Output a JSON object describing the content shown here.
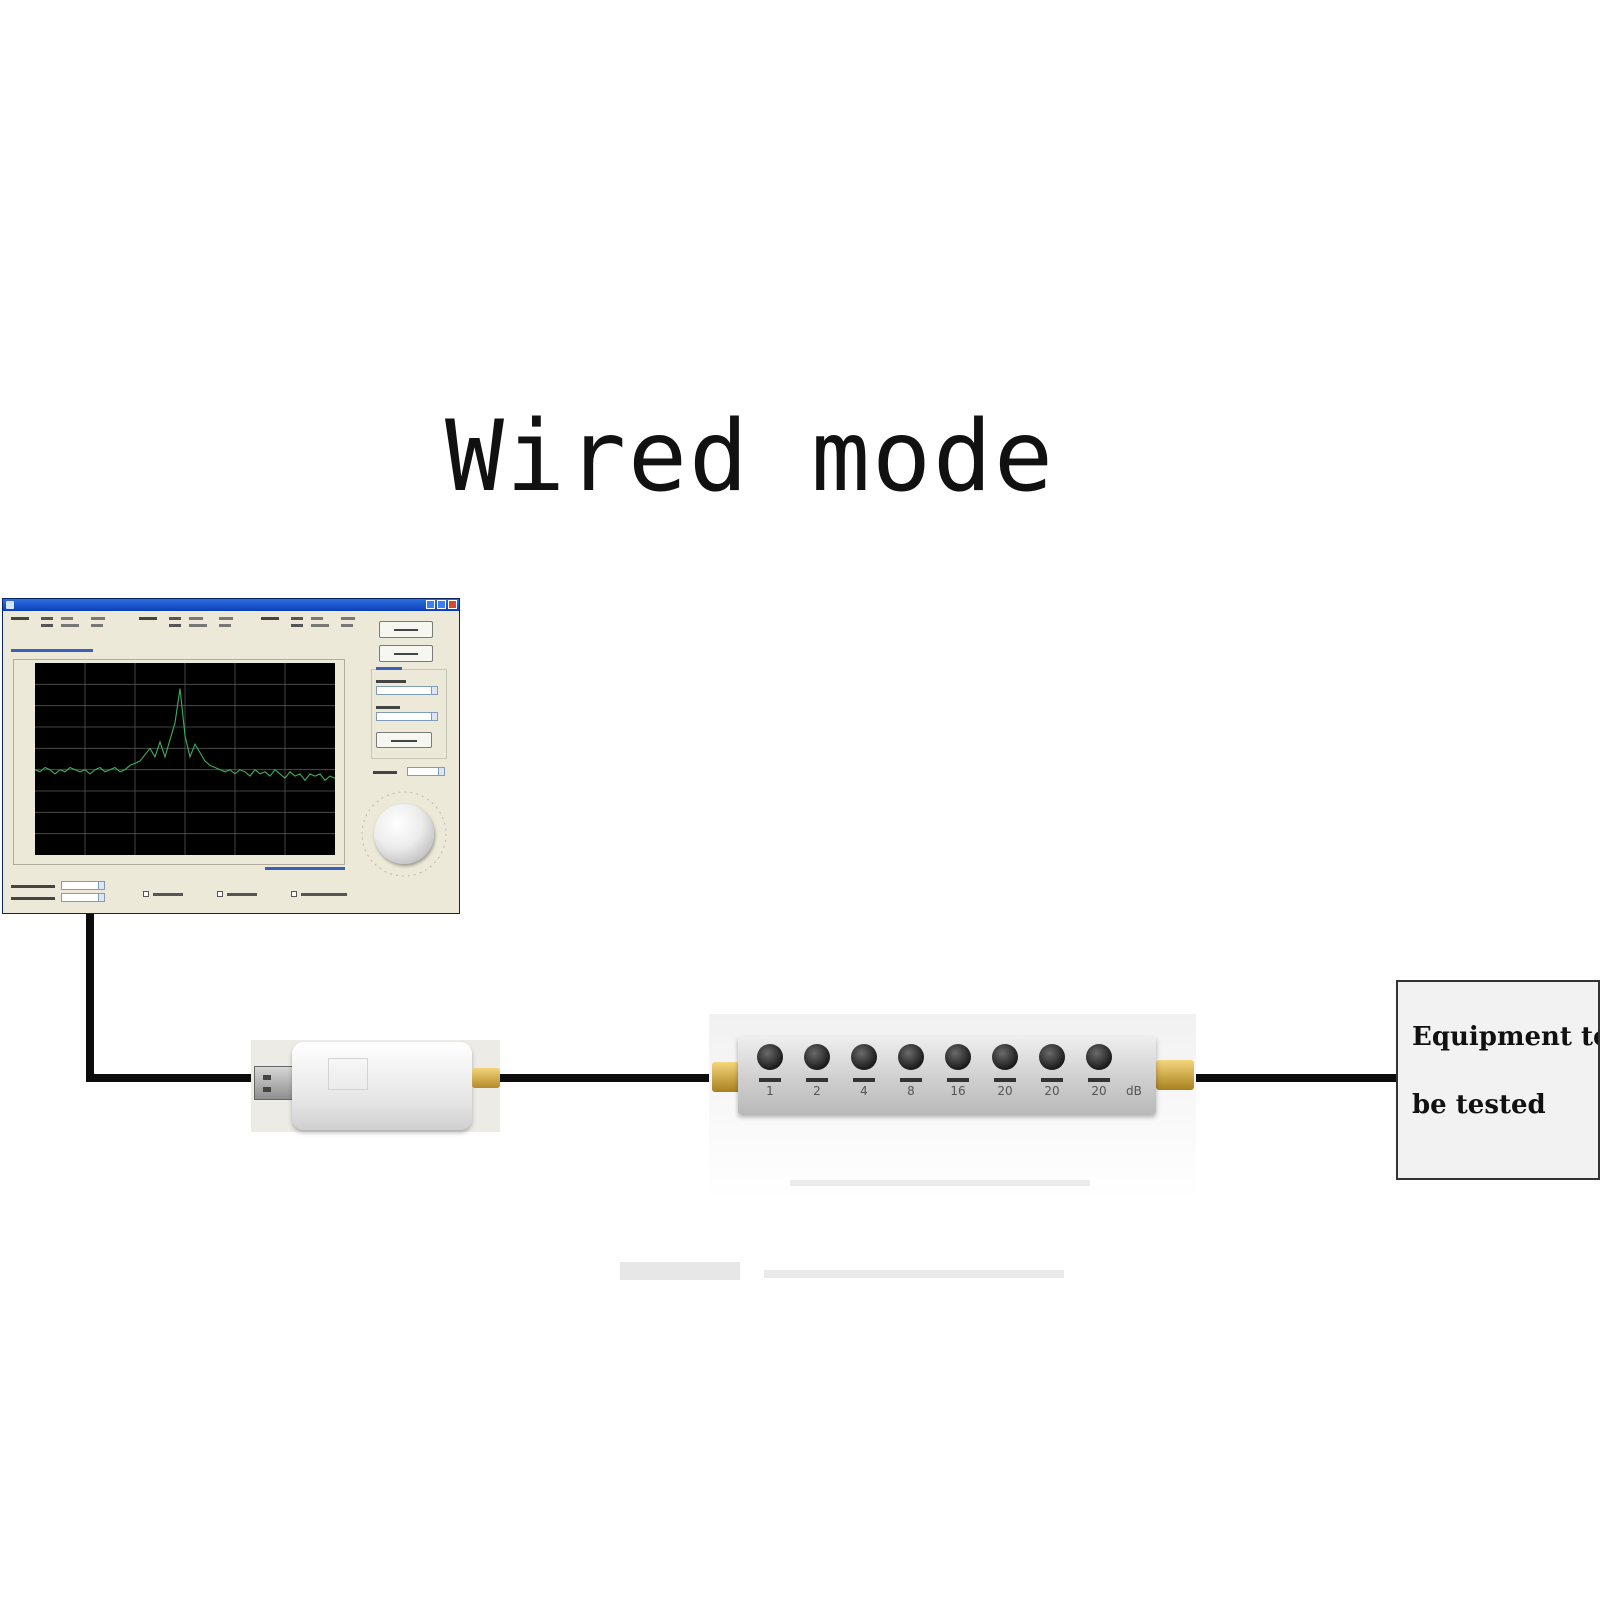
{
  "title": "Wired mode",
  "attenuator": {
    "steps": [
      "1",
      "2",
      "4",
      "8",
      "16",
      "20",
      "20",
      "20"
    ],
    "unit": "dB"
  },
  "equipment": {
    "line1": "Equipment to",
    "line2": "be tested"
  },
  "colors": {
    "cable": "#0c0c0c",
    "plot_background": "#000000",
    "plot_grid": "#555555",
    "trace": "#3fae5a",
    "window_titlebar": "#0a3fb8"
  },
  "chart_data": {
    "type": "line",
    "grid": true,
    "x": [
      0,
      1,
      2,
      3,
      4,
      5,
      6,
      7,
      8,
      9,
      10,
      11,
      12,
      13,
      14,
      15,
      16,
      17,
      18,
      19,
      20,
      21,
      22,
      23,
      24,
      25,
      26,
      27,
      28,
      29,
      30,
      31,
      32,
      33,
      34,
      35,
      36,
      37,
      38,
      39,
      40,
      41,
      42,
      43,
      44,
      45,
      46,
      47,
      48,
      49,
      50,
      51,
      52,
      53,
      54,
      55,
      56,
      57,
      58,
      59,
      60
    ],
    "series": [
      {
        "values": [
          -90,
          -91,
          -89,
          -90,
          -92,
          -90,
          -91,
          -89,
          -90,
          -91,
          -90,
          -92,
          -90,
          -89,
          -91,
          -90,
          -89,
          -91,
          -90,
          -88,
          -87,
          -86,
          -83,
          -80,
          -84,
          -77,
          -84,
          -76,
          -68,
          -52,
          -74,
          -84,
          -78,
          -82,
          -86,
          -88,
          -89,
          -90,
          -91,
          -90,
          -92,
          -90,
          -91,
          -93,
          -90,
          -92,
          -91,
          -93,
          -90,
          -92,
          -94,
          -91,
          -93,
          -92,
          -95,
          -92,
          -93,
          -92,
          -95,
          -93,
          -94
        ]
      }
    ],
    "ylim": [
      -130,
      -40
    ],
    "xlim": [
      0,
      60
    ]
  }
}
